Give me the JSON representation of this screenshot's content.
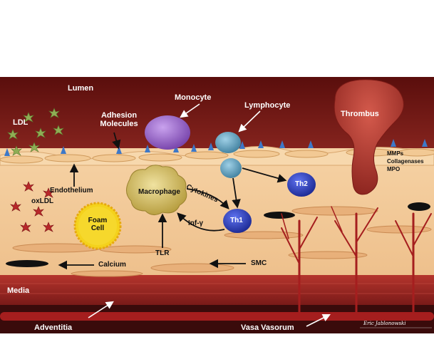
{
  "labels": {
    "lumen": "Lumen",
    "ldl": "LDL",
    "adhesion_line1": "Adhesion",
    "adhesion_line2": "Molecules",
    "monocyte": "Monocyte",
    "lymphocyte": "Lymphocyte",
    "thrombus": "Thrombus",
    "mmps": "MMPs",
    "collagenases": "Collagenases",
    "mpo": "MPO",
    "endothelium": "Endothelium",
    "oxldl": "oxLDL",
    "macrophage": "Macrophage",
    "cytokines": "Cytokines",
    "th2": "Th2",
    "th1": "Th1",
    "inf_gamma": "Inf-γ",
    "foam_cell_line1": "Foam",
    "foam_cell_line2": "Cell",
    "tlr": "TLR",
    "calcium": "Calcium",
    "smc": "SMC",
    "media": "Media",
    "adventitia": "Adventitia",
    "vasa_vasorum": "Vasa Vasorum",
    "signature": "Eric Jablonowski"
  },
  "colors": {
    "lumen": "#7a1a16",
    "intima": "#f3cb98",
    "media": "#9c2824",
    "adventitia": "#3c0a0a",
    "thrombus": "#b23a30",
    "monocyte": "#9a64c8",
    "lymphocyte": "#5ea3c2",
    "th_cells": "#2f3fc4",
    "macrophage": "#d8c060",
    "foam_cell": "#f4d21c",
    "adhesion_molecules": "#3d78c8",
    "ldl": "#8fae55",
    "oxldl": "#b8282a"
  }
}
